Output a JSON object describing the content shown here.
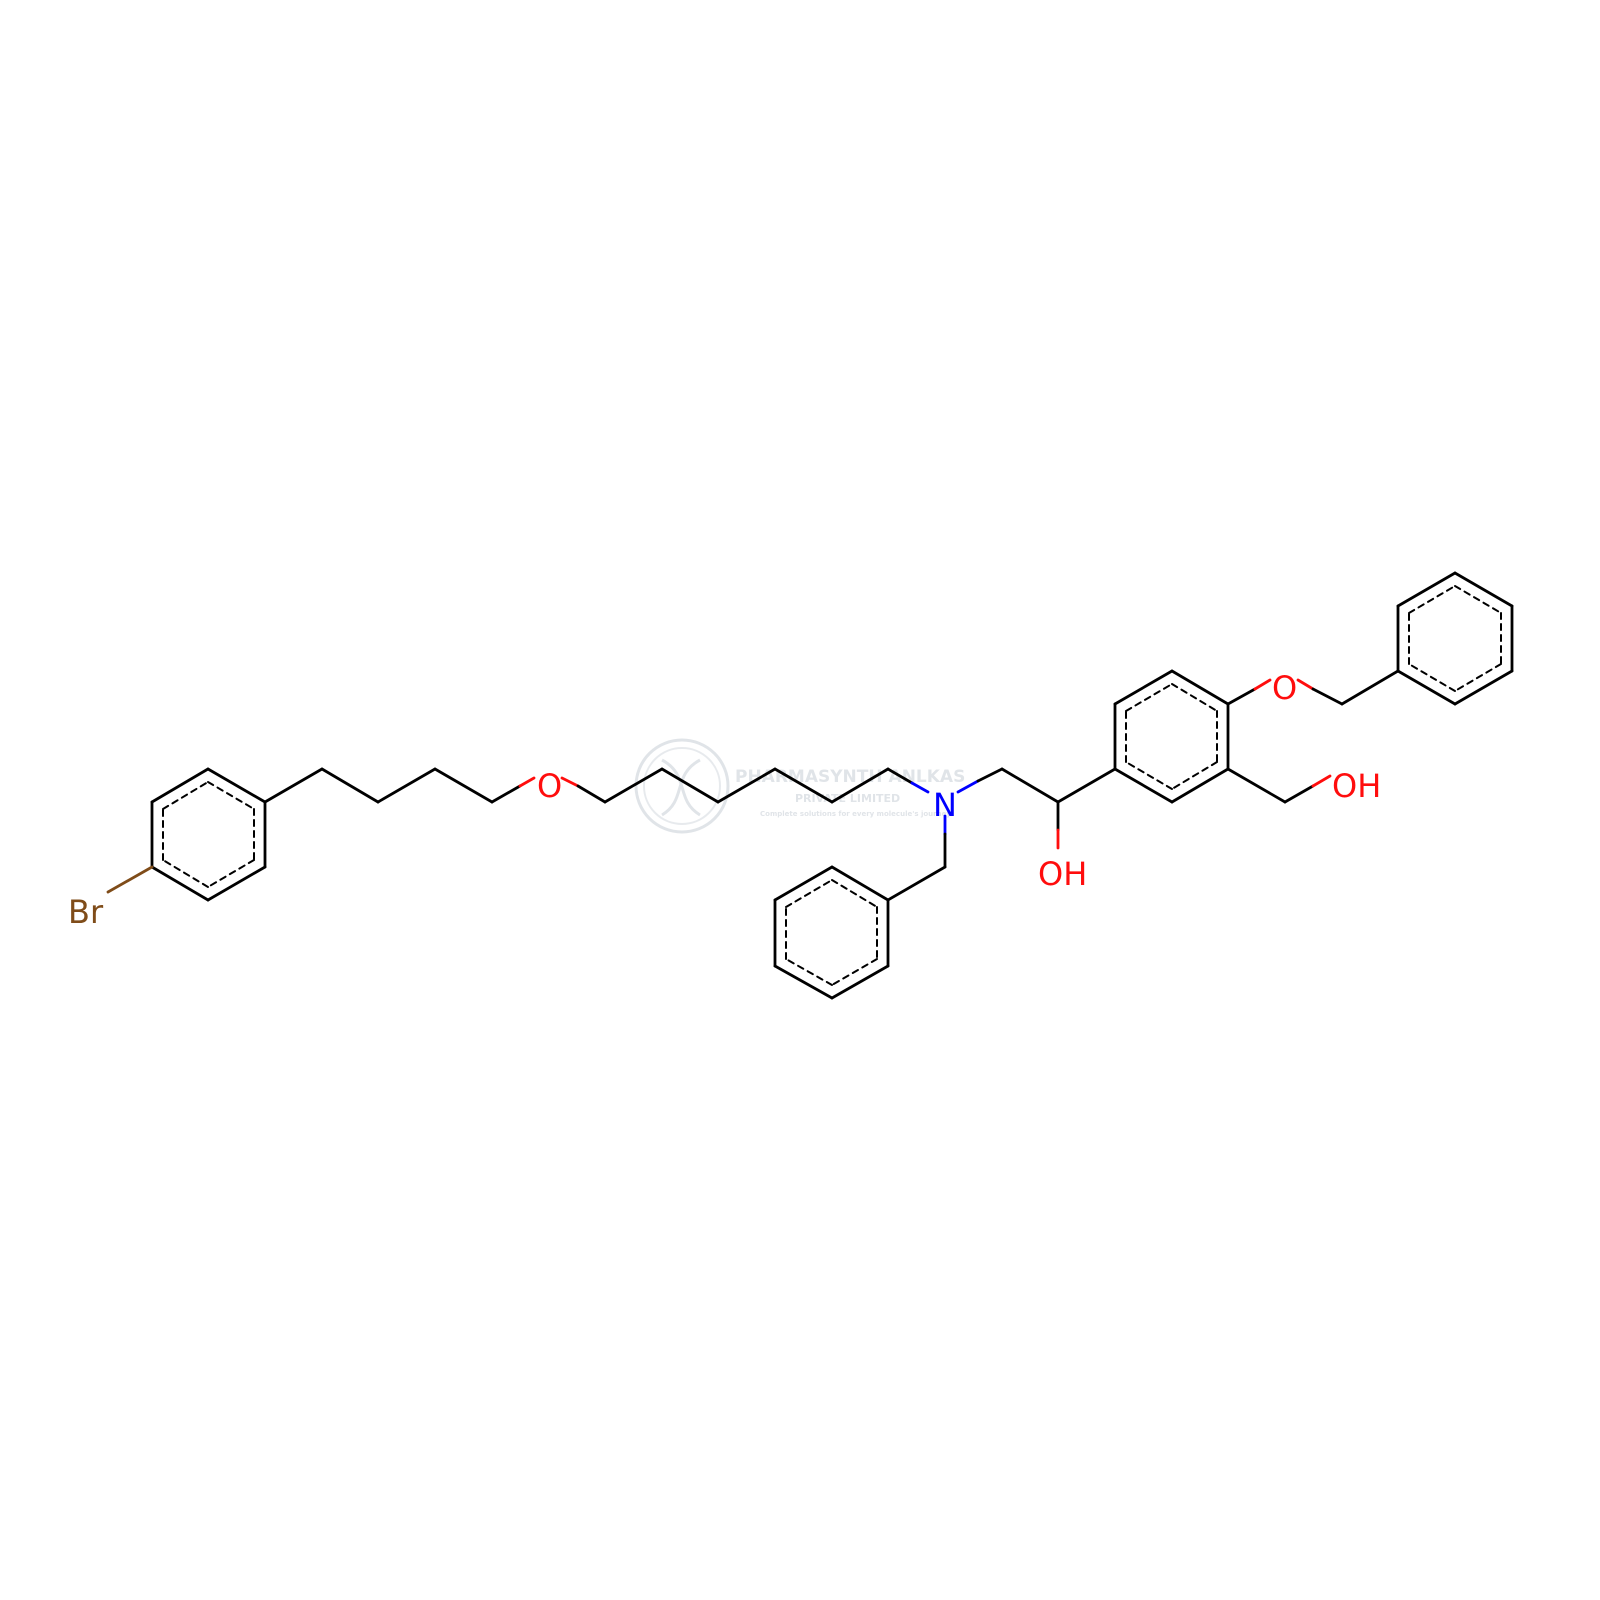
{
  "molecule": {
    "atoms": [
      {
        "id": "br",
        "label": "Br",
        "color": "#7f4c19"
      },
      {
        "id": "o1",
        "label": "O",
        "color": "#ff0d0d"
      },
      {
        "id": "n1",
        "label": "N",
        "color": "#0000ff"
      },
      {
        "id": "oh1",
        "label": "OH",
        "color": "#ff0d0d"
      },
      {
        "id": "o2",
        "label": "O",
        "color": "#ff0d0d"
      },
      {
        "id": "oh2",
        "label": "OH",
        "color": "#ff0d0d"
      }
    ],
    "bond_color": "#000000"
  },
  "watermark": {
    "line1": "PHARMASYNTH ANLKAS",
    "line2": "PRIVATE LIMITED",
    "line3": "Complete solutions for every molecule's journey",
    "color": "#c8ced6"
  }
}
